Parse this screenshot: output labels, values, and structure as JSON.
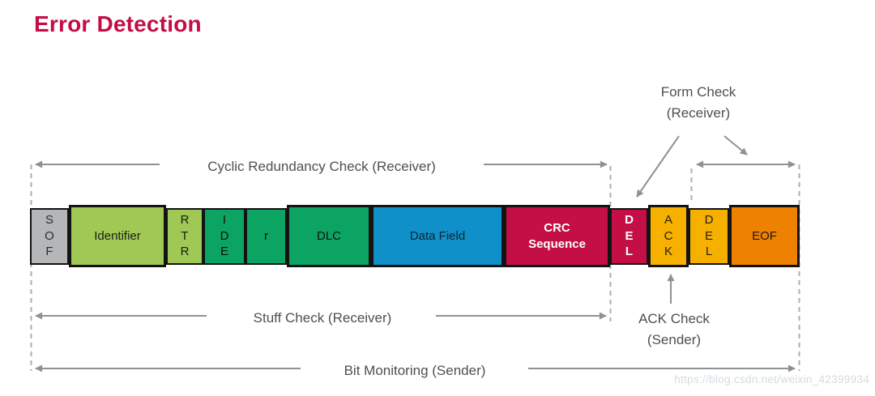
{
  "title": "Error Detection",
  "checks": {
    "crc": "Cyclic Redundancy Check (Receiver)",
    "form": "Form Check\n(Receiver)",
    "stuff": "Stuff Check (Receiver)",
    "ack": "ACK Check\n(Sender)",
    "bit": "Bit Monitoring (Sender)"
  },
  "frame": {
    "fields": [
      {
        "name": "SOF",
        "label": "S\nO\nF",
        "color": "#b5b6b8",
        "text_color": "#2e2e2e",
        "width": 48,
        "tall": false,
        "bold": false
      },
      {
        "name": "Identifier",
        "label": "Identifier",
        "color": "#9fc854",
        "text_color": "#1c1c1a",
        "width": 120,
        "tall": true,
        "bold": false
      },
      {
        "name": "RTR",
        "label": "R\nT\nR",
        "color": "#9fc854",
        "text_color": "#1c1c1a",
        "width": 46,
        "tall": false,
        "bold": false
      },
      {
        "name": "IDE",
        "label": "I\nD\nE",
        "color": "#0ba463",
        "text_color": "#101010",
        "width": 52,
        "tall": false,
        "bold": false
      },
      {
        "name": "r",
        "label": "r",
        "color": "#0ba463",
        "text_color": "#101010",
        "width": 51,
        "tall": false,
        "bold": false
      },
      {
        "name": "DLC",
        "label": "DLC",
        "color": "#0ba463",
        "text_color": "#101010",
        "width": 104,
        "tall": true,
        "bold": false
      },
      {
        "name": "Data Field",
        "label": "Data Field",
        "color": "#1090c8",
        "text_color": "#0d2335",
        "width": 164,
        "tall": true,
        "bold": false
      },
      {
        "name": "CRC Sequence",
        "label": "CRC\nSequence",
        "color": "#c30f45",
        "text_color": "#ffffff",
        "width": 131,
        "tall": true,
        "bold": true
      },
      {
        "name": "DEL",
        "label": "D\nE\nL",
        "color": "#c30f45",
        "text_color": "#ffffff",
        "width": 47,
        "tall": false,
        "bold": true
      },
      {
        "name": "ACK",
        "label": "A\nC\nK",
        "color": "#f5b000",
        "text_color": "#27220f",
        "width": 50,
        "tall": true,
        "bold": false
      },
      {
        "name": "DEL",
        "label": "D\nE\nL",
        "color": "#f5b000",
        "text_color": "#27220f",
        "width": 50,
        "tall": false,
        "bold": false
      },
      {
        "name": "EOF",
        "label": "EOF",
        "color": "#ef8100",
        "text_color": "#1d1a14",
        "width": 87,
        "tall": true,
        "bold": false
      }
    ]
  },
  "watermark": "https://blog.csdn.net/weixin_42399934",
  "colors": {
    "accent_title": "#c30d43",
    "arrow_line": "#8d9296",
    "dashed_line": "#abafb2",
    "label_text": "#4d4f52"
  }
}
